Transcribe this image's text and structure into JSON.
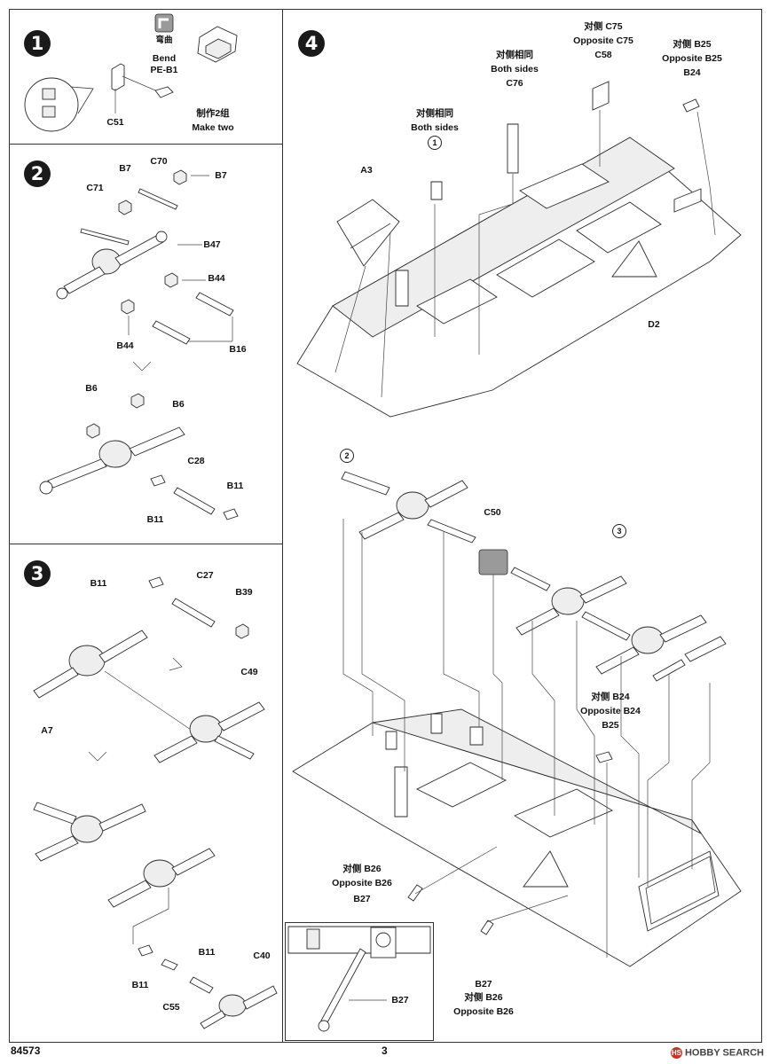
{
  "steps": [
    {
      "num": "1",
      "labels": {
        "bend_cn": "弯曲",
        "bend_en": "Bend",
        "pe": "PE-B1",
        "c51": "C51",
        "make_cn": "制作2组",
        "make_en": "Make two"
      }
    },
    {
      "num": "2",
      "labels": {
        "b7a": "B7",
        "c70": "C70",
        "b7b": "B7",
        "c71": "C71",
        "b47": "B47",
        "b44a": "B44",
        "b44b": "B44",
        "b16": "B16",
        "b6a": "B6",
        "b6b": "B6",
        "c28": "C28",
        "b11a": "B11",
        "b11b": "B11"
      }
    },
    {
      "num": "3",
      "labels": {
        "b11a": "B11",
        "c27": "C27",
        "b39": "B39",
        "c49": "C49",
        "a7": "A7",
        "b11b": "B11",
        "b11c": "B11",
        "c40": "C40",
        "c55": "C55"
      }
    },
    {
      "num": "4",
      "labels": {
        "opp_c75_cn": "对侧 C75",
        "opp_c75_en": "Opposite C75",
        "c58": "C58",
        "opp_b25_cn": "对侧 B25",
        "opp_b25_en": "Opposite B25",
        "b24": "B24",
        "both_c76_cn": "对侧相同",
        "both_c76_en": "Both sides",
        "c76": "C76",
        "both_1_cn": "对侧相同",
        "both_1_en": "Both sides",
        "circle1": "1",
        "a3": "A3",
        "d2": "D2",
        "circle2": "2",
        "c50": "C50",
        "circle3": "3",
        "opp_b24_cn": "对侧 B24",
        "opp_b24_en": "Opposite B24",
        "b25": "B25",
        "opp_b26_cn": "对侧 B26",
        "opp_b26_en": "Opposite B26",
        "b27a": "B27",
        "b27b": "B27",
        "opp_b26b_cn": "对侧 B26",
        "opp_b26b_en": "Opposite B26",
        "detail_b27": "B27"
      }
    }
  ],
  "footer": {
    "code": "84573",
    "page": "3",
    "brand": "HOBBY SEARCH",
    "brand_logo": "HS"
  }
}
